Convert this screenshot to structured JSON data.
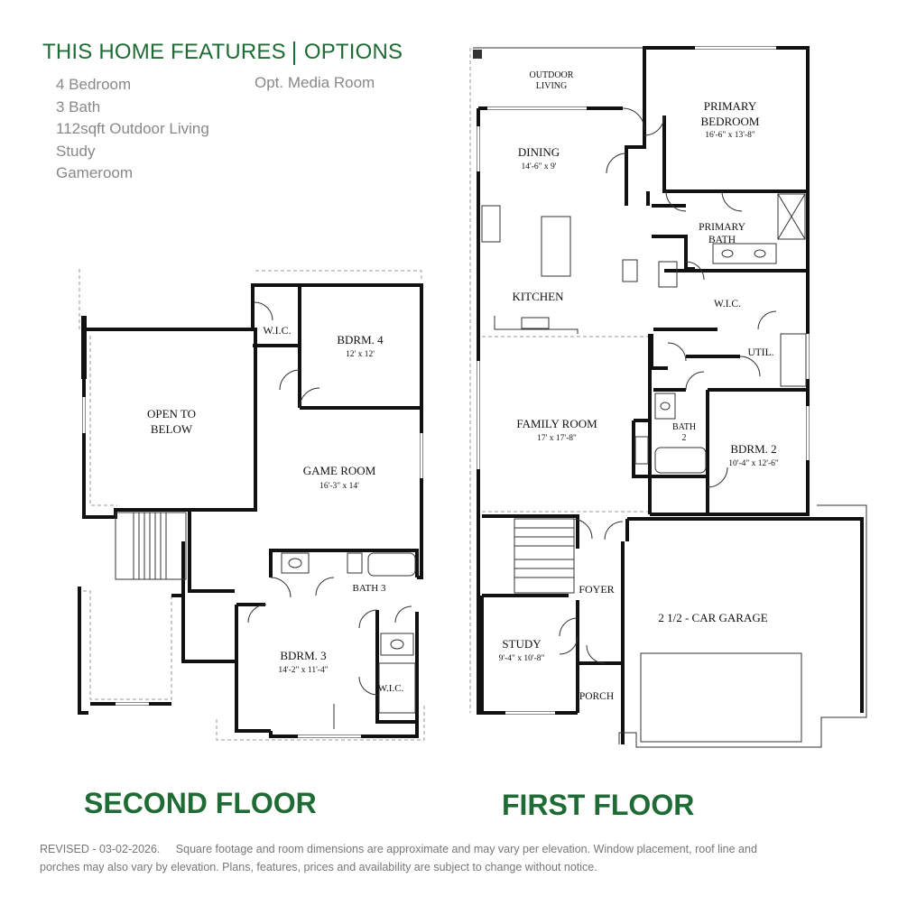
{
  "header": {
    "features_title": "THIS HOME FEATURES",
    "options_title": "OPTIONS"
  },
  "features": [
    "4 Bedroom",
    "3 Bath",
    "112sqft Outdoor Living",
    "Study",
    "Gameroom"
  ],
  "options": [
    "Opt. Media Room"
  ],
  "second_floor": {
    "title": "SECOND FLOOR",
    "rooms": {
      "open_to_below_1": "OPEN TO",
      "open_to_below_2": "BELOW",
      "wic_top": "W.I.C.",
      "bdrm4": "BDRM. 4",
      "bdrm4_dim": "12' x 12'",
      "game_room": "GAME ROOM",
      "game_room_dim": "16'-3\" x 14'",
      "bath3": "BATH 3",
      "bdrm3": "BDRM. 3",
      "bdrm3_dim": "14'-2\" x 11'-4\"",
      "wic_bottom": "W.I.C."
    }
  },
  "first_floor": {
    "title": "FIRST FLOOR",
    "rooms": {
      "outdoor_living_1": "OUTDOOR",
      "outdoor_living_2": "LIVING",
      "primary_bedroom_1": "PRIMARY",
      "primary_bedroom_2": "BEDROOM",
      "primary_bedroom_dim": "16'-6\" x 13'-8\"",
      "dining": "DINING",
      "dining_dim": "14'-6\" x 9'",
      "primary_bath_1": "PRIMARY",
      "primary_bath_2": "BATH",
      "kitchen": "KITCHEN",
      "wic": "W.I.C.",
      "util": "UTIL.",
      "family_room": "FAMILY ROOM",
      "family_room_dim": "17' x 17'-8\"",
      "bath2_1": "BATH",
      "bath2_2": "2",
      "bdrm2": "BDRM. 2",
      "bdrm2_dim": "10'-4\" x 12'-6\"",
      "foyer": "FOYER",
      "garage": "2 1/2 - CAR GARAGE",
      "study": "STUDY",
      "study_dim": "9'-4\" x 10'-8\"",
      "porch": "PORCH"
    }
  },
  "footnote": {
    "revised": "REVISED - 03-02-2026.",
    "text": "Square footage and room dimensions are approximate and may vary per elevation. Window placement, roof line and porches may also vary by elevation. Plans, features, prices and availability are subject to change without notice."
  },
  "colors": {
    "accent_green": "#1f6b35",
    "feature_gray": "#888888"
  }
}
